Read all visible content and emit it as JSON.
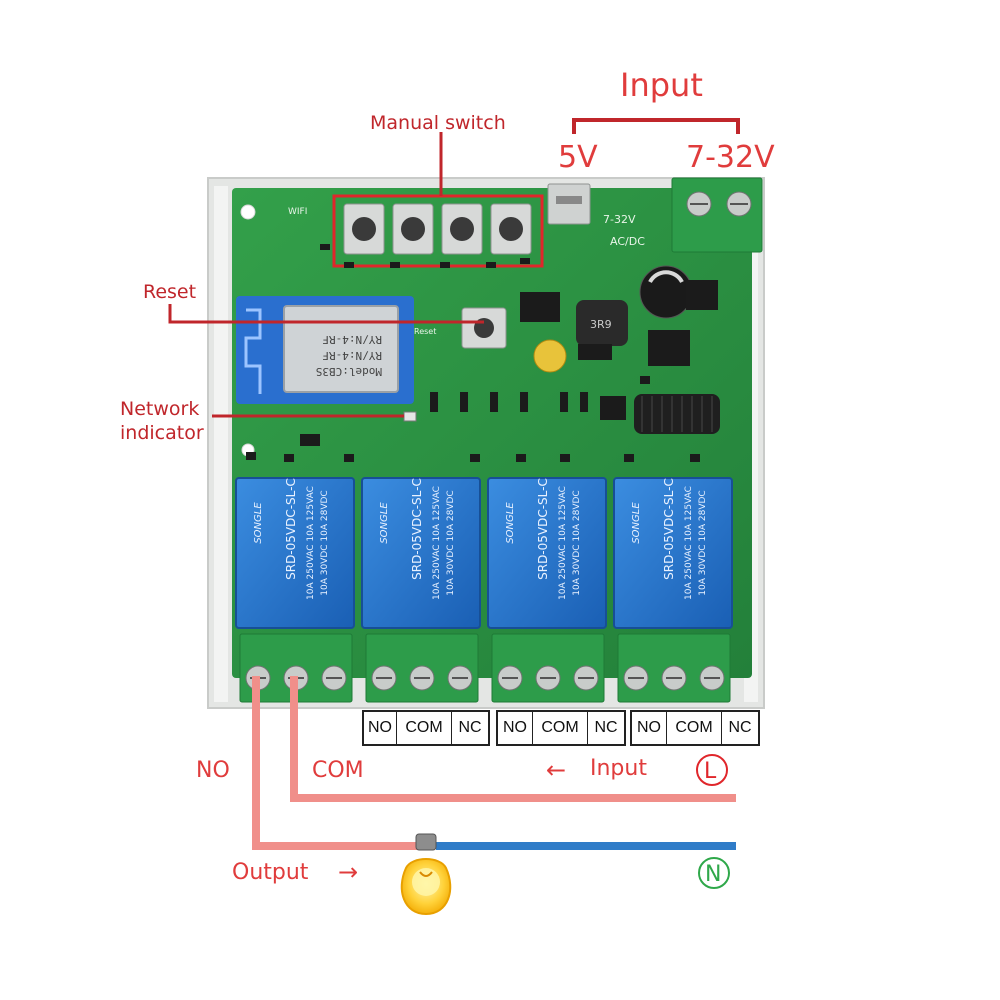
{
  "annotations": {
    "input_title": "Input",
    "input_5v": "5V",
    "input_7_32v": "7-32V",
    "manual_switch": "Manual switch",
    "reset": "Reset",
    "network_indicator_line1": "Network",
    "network_indicator_line2": "indicator"
  },
  "board": {
    "wifi_label": "WIFI",
    "supply_label_top": "7-32V",
    "supply_label_bottom": "AC/DC",
    "reset_silk": "Reset",
    "module_lines": [
      "Model:CB3S",
      "RY/N:4-RF",
      "RY/N:4-RF"
    ],
    "inductor_label": "3R9"
  },
  "relays": [
    {
      "brand": "SONGLE",
      "model": "SRD-05VDC-SL-C",
      "rating1": "10A 250VAC  10A 125VAC",
      "rating2": "10A 30VDC  10A 28VDC"
    },
    {
      "brand": "SONGLE",
      "model": "SRD-05VDC-SL-C",
      "rating1": "10A 250VAC  10A 125VAC",
      "rating2": "10A 30VDC  10A 28VDC"
    },
    {
      "brand": "SONGLE",
      "model": "SRD-05VDC-SL-C",
      "rating1": "10A 250VAC  10A 125VAC",
      "rating2": "10A 30VDC  10A 28VDC"
    },
    {
      "brand": "SONGLE",
      "model": "SRD-05VDC-SL-C",
      "rating1": "10A 250VAC  10A 125VAC",
      "rating2": "10A 30VDC  10A 28VDC"
    }
  ],
  "terminal_groups": [
    [
      "NO",
      "COM",
      "NC"
    ],
    [
      "NO",
      "COM",
      "NC"
    ],
    [
      "NO",
      "COM",
      "NC"
    ]
  ],
  "wiring": {
    "no_label": "NO",
    "com_label": "COM",
    "input_label": "Input",
    "input_arrow": "←",
    "output_label": "Output",
    "output_arrow": "→",
    "live_symbol": "L",
    "neutral_symbol": "N"
  },
  "colors": {
    "pcb": "#2e8b3e",
    "relay": "#1f6fc9",
    "terminal": "#2d9c4a",
    "live_wire": "#f08f8a",
    "neutral_wire": "#2f7cc8",
    "annotation": "#c0262b",
    "neutral_symbol": "#2fa84a"
  }
}
